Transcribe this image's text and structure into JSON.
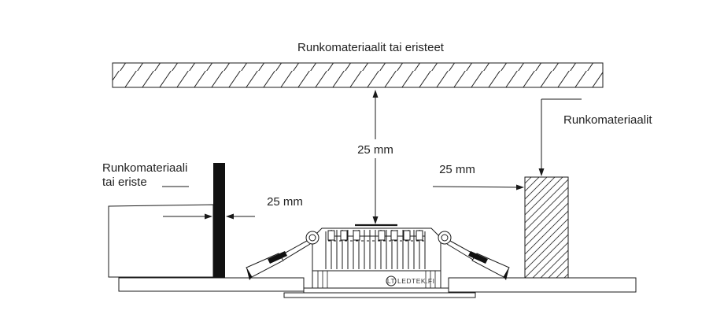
{
  "diagram": {
    "top_label": "Runkomateriaalit tai eristeet",
    "right_label": "Runkomateriaalit",
    "left_label_line1": "Runkomateriaali",
    "left_label_line2": "tai eriste",
    "dim_center": "25 mm",
    "dim_right": "25 mm",
    "dim_left": "25 mm",
    "brand_badge": "LT",
    "brand_name": "LEDTEK.FI"
  }
}
